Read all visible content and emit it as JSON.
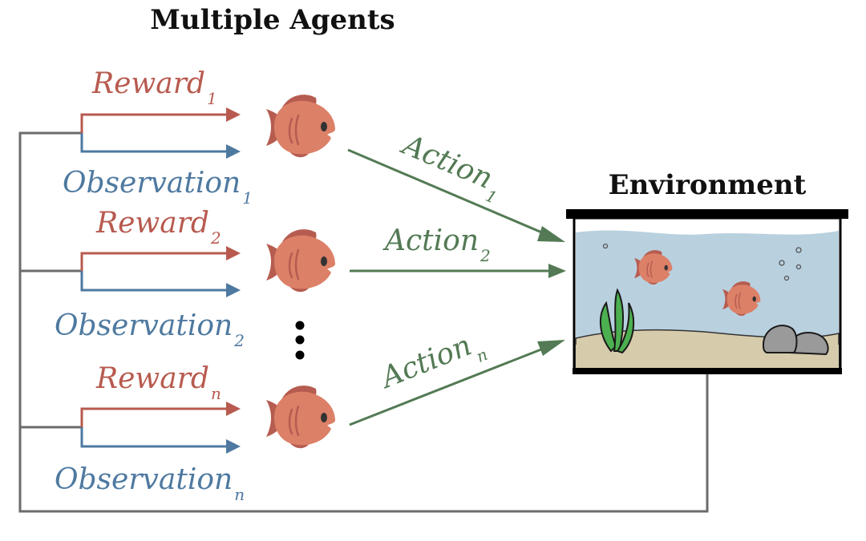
{
  "title": "Multiple Agents",
  "environment": {
    "label": "Environment"
  },
  "colors": {
    "reward": "#b85a4f",
    "observation": "#4e79a0",
    "action": "#537a54",
    "feedback_line": "#6b6b6b",
    "fish_body": "#dc8068",
    "fish_fin": "#b65c50",
    "water": "#b9d0df",
    "sand": "#d6cbab",
    "seaweed": "#4cb050",
    "rock": "#9a9a9a"
  },
  "agents": [
    {
      "reward": "Reward",
      "reward_sub": "1",
      "observation": "Observation",
      "observation_sub": "1",
      "action": "Action",
      "action_sub": "1"
    },
    {
      "reward": "Reward",
      "reward_sub": "2",
      "observation": "Observation",
      "observation_sub": "2",
      "action": "Action",
      "action_sub": "2"
    },
    {
      "reward": "Reward",
      "reward_sub": "n",
      "observation": "Observation",
      "observation_sub": "n",
      "action": "Action",
      "action_sub": "n"
    }
  ],
  "ellipsis": "vertical-dots"
}
